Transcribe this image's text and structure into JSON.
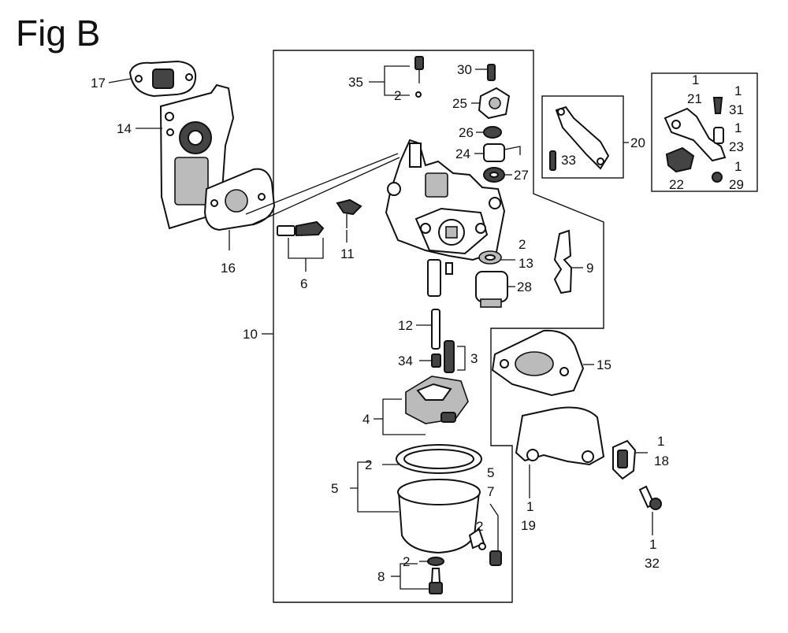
{
  "figure_title": "Fig B",
  "labels": {
    "l17": "17",
    "l14": "14",
    "l16": "16",
    "l35": "35",
    "l35_2": "2",
    "l30": "30",
    "l25": "25",
    "l26": "26",
    "l24": "24",
    "l27": "27",
    "l6": "6",
    "l11": "11",
    "l10": "10",
    "l13_2": "2",
    "l13": "13",
    "l28": "28",
    "l9": "9",
    "l12": "12",
    "l34": "34",
    "l3": "3",
    "l4": "4",
    "l5_2": "2",
    "l5": "5",
    "l5r": "5",
    "l7": "7",
    "l7_2": "2",
    "l8_2": "2",
    "l8": "8",
    "l20": "20",
    "l33": "33",
    "l21_1": "1",
    "l21": "21",
    "l31_1": "1",
    "l31": "31",
    "l23_1": "1",
    "l23": "23",
    "l22": "22",
    "l29_1": "1",
    "l29": "29",
    "l15": "15",
    "l18_1": "1",
    "l18": "18",
    "l19_1": "1",
    "l19": "19",
    "l32_1": "1",
    "l32": "32"
  }
}
